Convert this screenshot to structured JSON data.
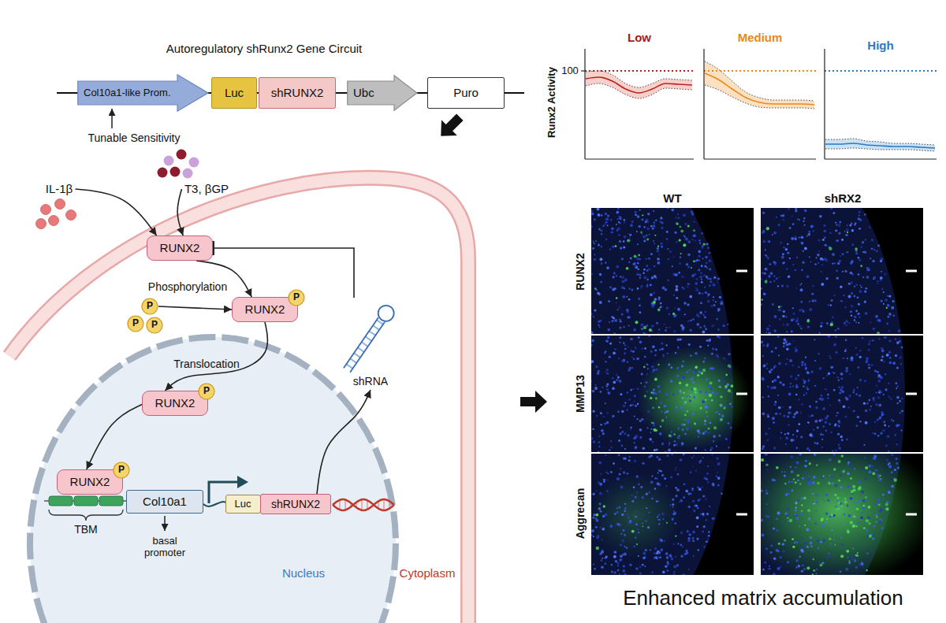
{
  "diagram": {
    "title": "Autoregulatory shRunx2 Gene Circuit",
    "caption": "Enhanced matrix accumulation",
    "nodes": [
      {
        "text": [
          "Col10a1-like Prom."
        ]
      },
      {
        "text": [
          "Luc"
        ]
      },
      {
        "text": [
          "shRUNX2"
        ]
      },
      {
        "text": [
          "Ubc"
        ]
      },
      {
        "text": [
          "Puro"
        ]
      },
      {
        "text": [
          "IL-1β"
        ]
      },
      {
        "text": [
          "T3, βGP"
        ]
      },
      {
        "text": [
          "RUNX2"
        ]
      },
      {
        "text": [
          "P"
        ]
      },
      {
        "text": [
          "P"
        ]
      },
      {
        "text": [
          "P"
        ]
      },
      {
        "text": [
          "RUNX2"
        ]
      },
      {
        "text": [
          "P"
        ]
      },
      {
        "text": [
          "shRNA"
        ]
      },
      {
        "text": [
          "RUNX2"
        ]
      },
      {
        "text": [
          "P"
        ]
      },
      {
        "text": [
          "RUNX2"
        ]
      },
      {
        "text": [
          "P"
        ]
      },
      {
        "text": [
          "Col10a1"
        ]
      },
      {
        "text": [
          "Luc"
        ]
      },
      {
        "text": [
          "shRUNX2"
        ]
      }
    ],
    "edges": [
      {
        "from": 5,
        "to": 7,
        "arrow": "to"
      },
      {
        "from": 6,
        "to": 7,
        "arrow": "to"
      },
      {
        "from": 7,
        "to": 11,
        "arrow": "to"
      },
      {
        "from": 8,
        "to": 11,
        "arrow": "to"
      },
      {
        "from": 11,
        "to": 14,
        "arrow": "to"
      },
      {
        "from": 14,
        "to": 16,
        "arrow": "to"
      },
      {
        "from": 20,
        "to": 13,
        "arrow": "to"
      },
      {
        "from": 13,
        "to": 7,
        "arrow": "to"
      }
    ],
    "labels": [
      "Tunable Sensitivity",
      "Low",
      "Medium",
      "High",
      "Runx2 Activity",
      "100",
      "Phosphorylation",
      "Translocation",
      "TBM",
      "basal promoter",
      "Nucleus",
      "Cytoplasm",
      "WT",
      "shRX2",
      "RUNX2",
      "MMP13",
      "Aggrecan"
    ]
  }
}
